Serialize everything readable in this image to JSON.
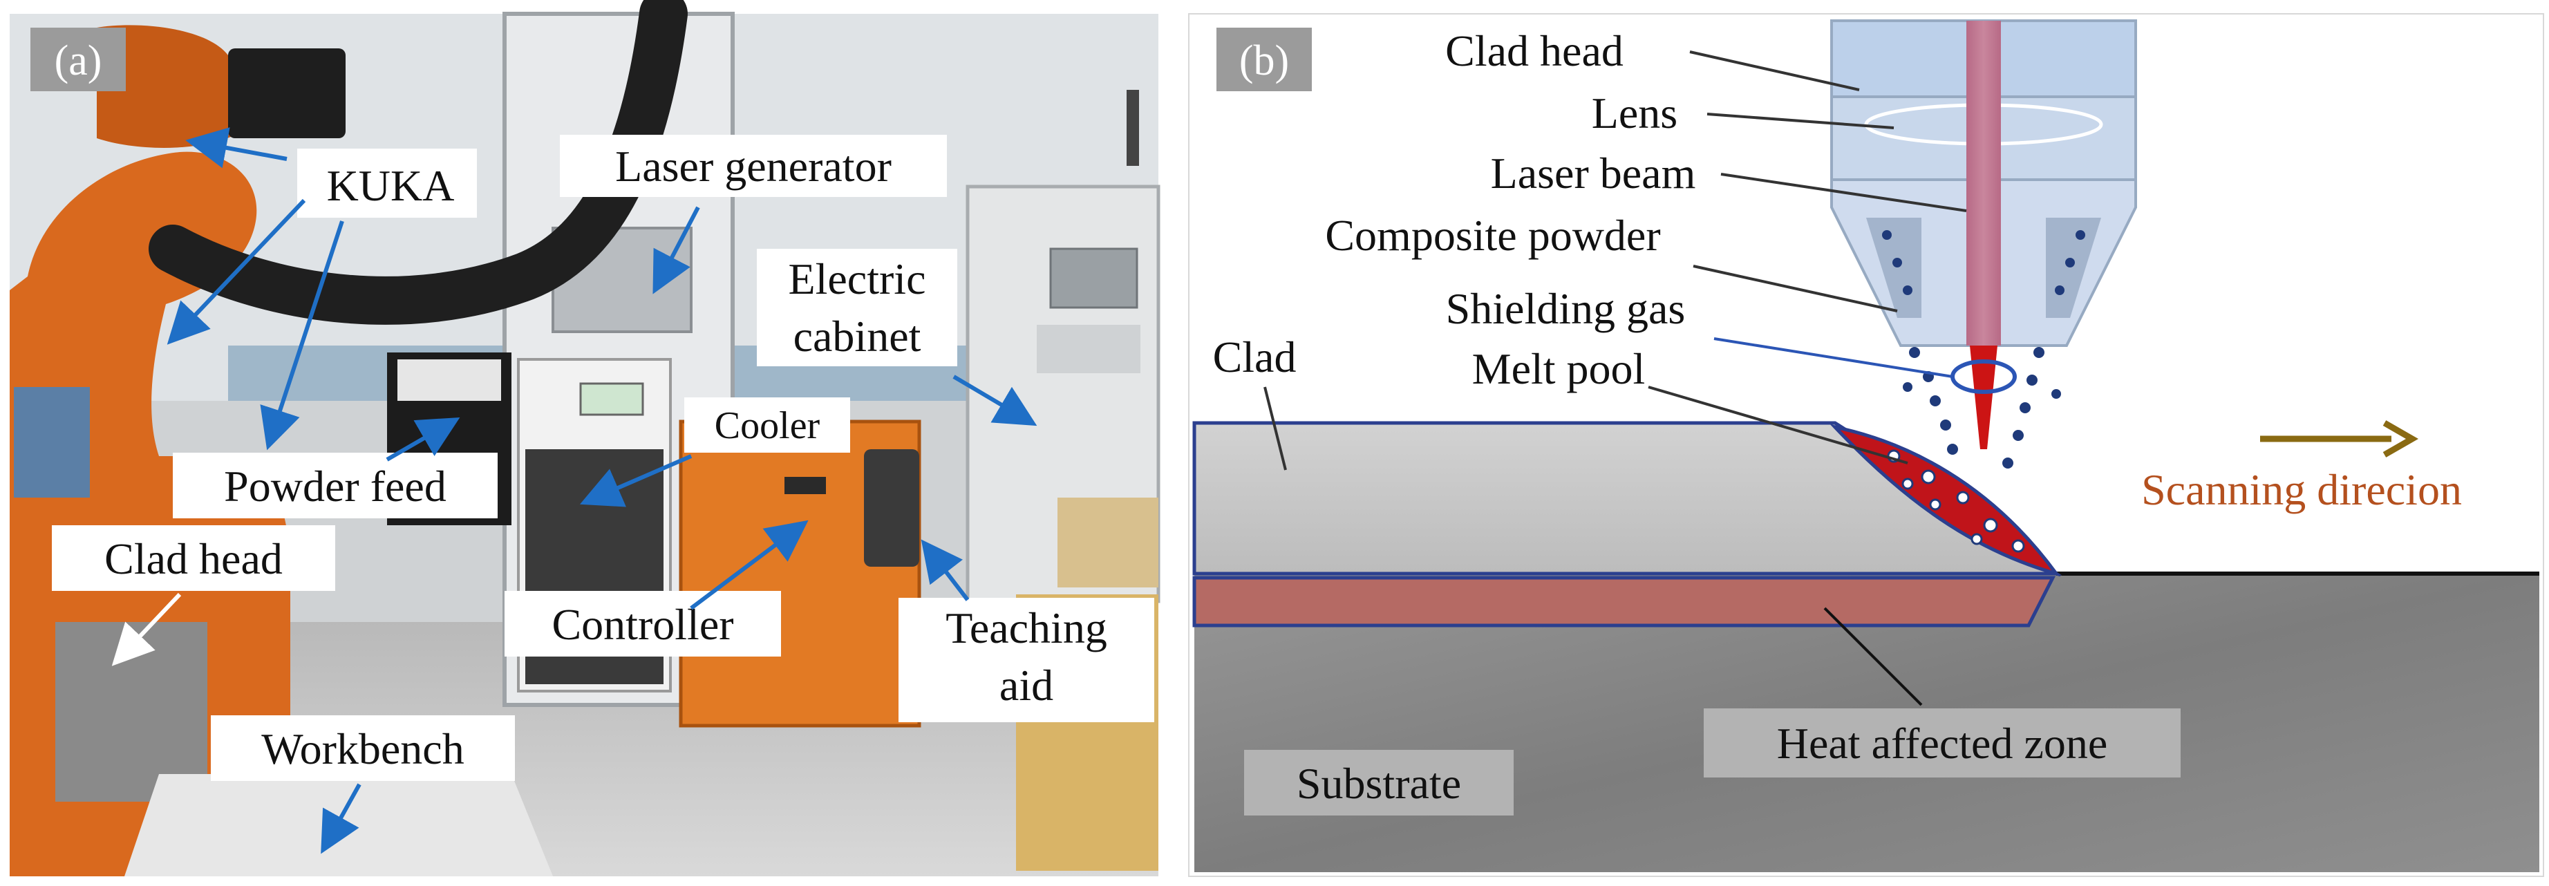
{
  "panel_a": {
    "tag": "(a)",
    "labels": {
      "kuka": "KUKA",
      "laser_generator": "Laser generator",
      "electric_cabinet_line1": "Electric",
      "electric_cabinet_line2": "cabinet",
      "powder_feed": "Powder feed",
      "cooler": "Cooler",
      "clad_head": "Clad head",
      "controller": "Controller",
      "teaching_aid_line1": "Teaching",
      "teaching_aid_line2": "aid",
      "workbench": "Workbench"
    }
  },
  "panel_b": {
    "tag": "(b)",
    "labels": {
      "clad_head": "Clad head",
      "lens": "Lens",
      "laser_beam": "Laser beam",
      "composite_powder": "Composite powder",
      "shielding_gas": "Shielding gas",
      "melt_pool": "Melt pool",
      "clad": "Clad",
      "scanning_direction": "Scanning direcion",
      "substrate": "Substrate",
      "heat_affected_zone": "Heat affected zone"
    }
  },
  "colors": {
    "arrow_blue": "#1f6fc6",
    "scan_arrow": "#8a6a12",
    "scan_text": "#b4501e",
    "laser_red": "#cc1414",
    "kuka_orange": "#d9691e",
    "clad_grey": "#c4c4c4",
    "substrate_grey": "#8a8a8a"
  },
  "icons": [
    "arrow-icon"
  ]
}
